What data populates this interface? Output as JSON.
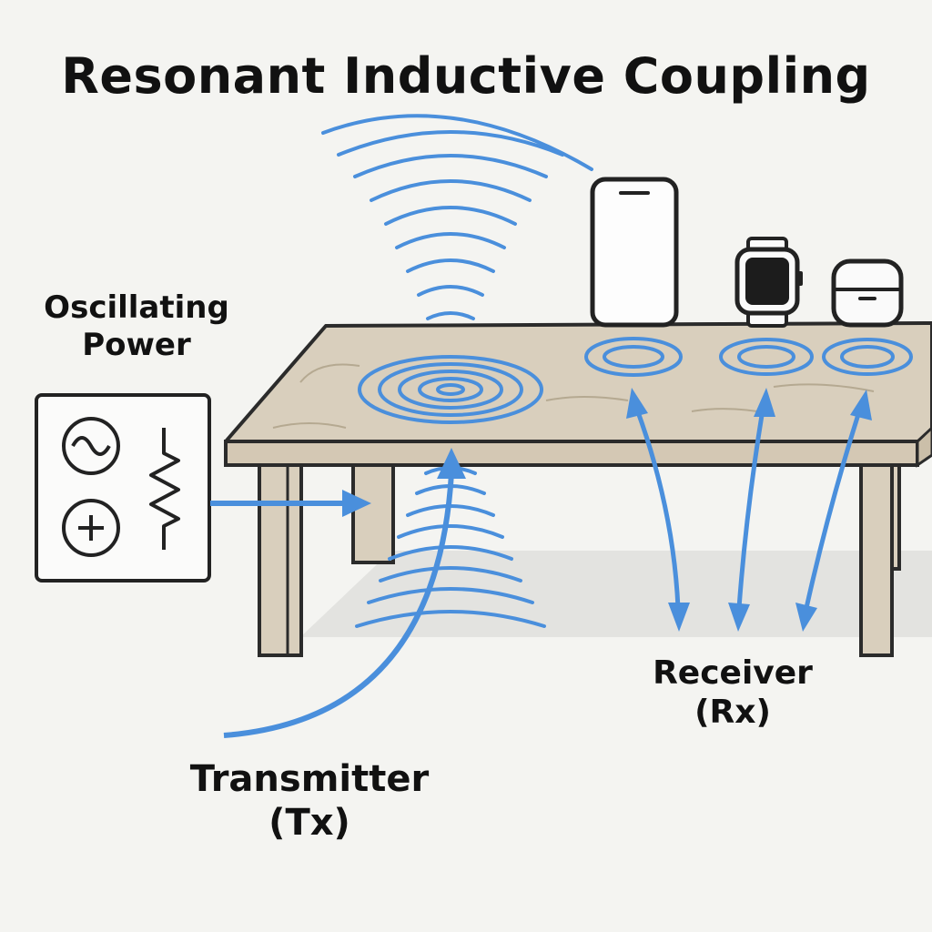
{
  "title": "Resonant Inductive Coupling",
  "labels": {
    "power_line1": "Oscillating",
    "power_line2": "Power",
    "tx_line1": "Transmitter",
    "tx_line2": "(Tx)",
    "rx_line1": "Receiver",
    "rx_line2": "(Rx)"
  },
  "colors": {
    "accent": "#4a8fdc",
    "wood": "#d9cfbd",
    "wood_edge": "#2b2b2b",
    "background": "#f4f4f1"
  },
  "icons": [
    "ac-source-icon",
    "dc-source-icon",
    "resistor-icon",
    "smartphone-icon",
    "smartwatch-icon",
    "earbuds-case-icon"
  ]
}
